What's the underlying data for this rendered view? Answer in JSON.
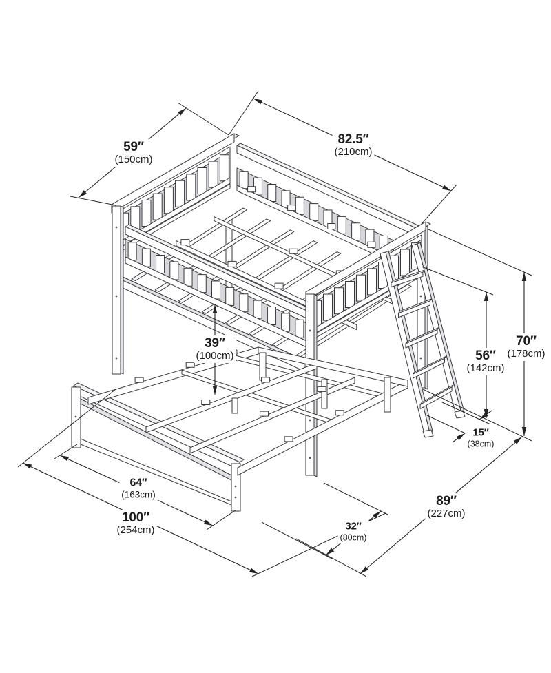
{
  "diagram": {
    "type": "isometric dimension drawing",
    "subject": "twin-over-full corner loft bunk bed with angled ladder"
  },
  "dims": {
    "d59": {
      "in": "59″",
      "cm": "(150cm)"
    },
    "d825": {
      "in": "82.5″",
      "cm": "(210cm)"
    },
    "d70": {
      "in": "70″",
      "cm": "(178cm)"
    },
    "d56": {
      "in": "56″",
      "cm": "(142cm)"
    },
    "d15": {
      "in": "15″",
      "cm": "(38cm)"
    },
    "d39": {
      "in": "39″",
      "cm": "(100cm)"
    },
    "d64": {
      "in": "64″",
      "cm": "(163cm)"
    },
    "d100": {
      "in": "100″",
      "cm": "(254cm)"
    },
    "d32": {
      "in": "32″",
      "cm": "(80cm)"
    },
    "d89": {
      "in": "89″",
      "cm": "(227cm)"
    }
  }
}
